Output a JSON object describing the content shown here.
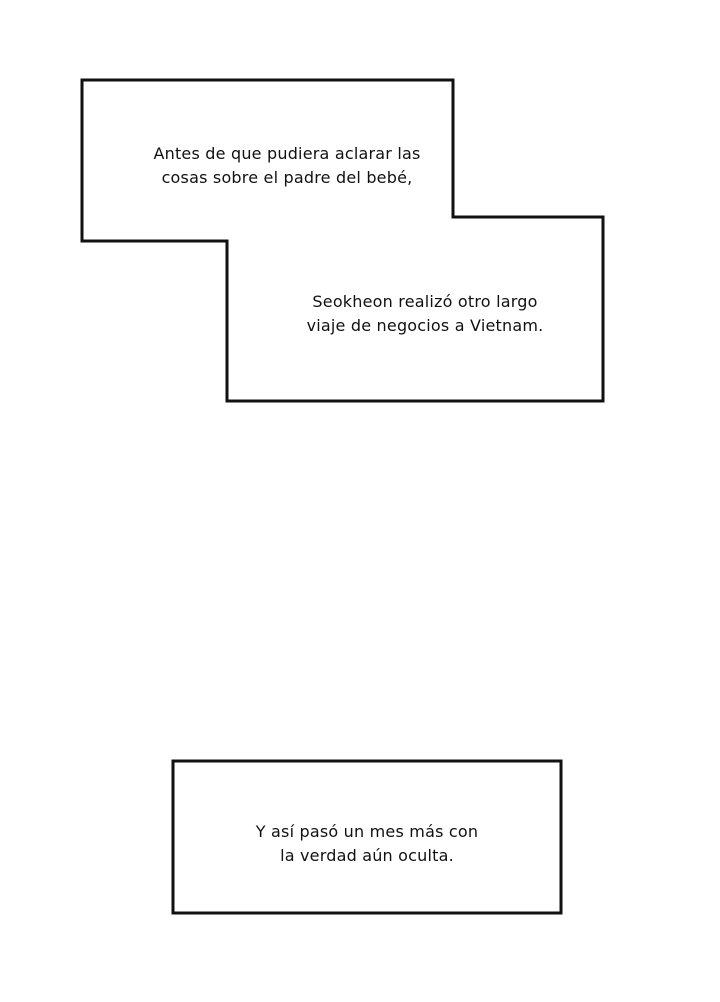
{
  "panels": {
    "top_box": {
      "line1": "Antes de que pudiera aclarar las",
      "line2": "cosas sobre el padre del bebé,"
    },
    "middle_box": {
      "line1": "Seokheon realizó otro largo",
      "line2": "viaje de negocios a Vietnam."
    },
    "bottom_box": {
      "line1": "Y así pasó un mes más con",
      "line2": "la verdad aún oculta."
    }
  },
  "colors": {
    "background": "#ffffff",
    "border": "#111111",
    "text": "#111111"
  }
}
